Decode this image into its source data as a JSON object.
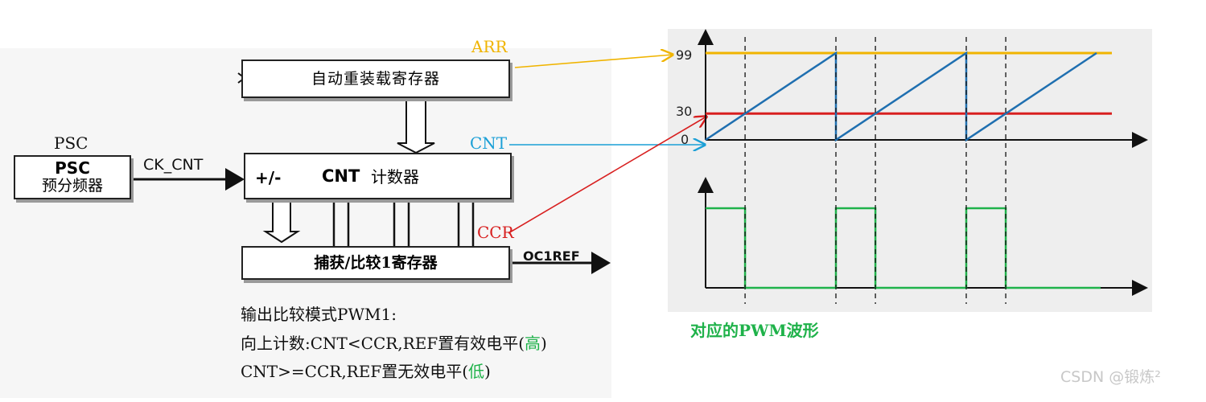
{
  "diagram": {
    "psc_top_label": "PSC",
    "psc_box_title": "PSC",
    "psc_box_subtitle": "预分频器",
    "ck_cnt_label": "CK_CNT",
    "arr_box_label": "自动重装载寄存器",
    "cnt_box_sign": "+/-",
    "cnt_box_title": "CNT",
    "cnt_box_subtitle": "计数器",
    "ccr_box_label": "捕获/比较1寄存器",
    "oc1ref_label": "OC1REF",
    "arr_tag": "ARR",
    "cnt_tag": "CNT",
    "ccr_tag": "CCR"
  },
  "description": {
    "line1": "输出比较模式PWM1:",
    "line2_prefix": "向上计数:CNT<CCR,REF置有效电平(",
    "line2_highlight": "高",
    "line2_suffix": ")",
    "line3_prefix": "CNT>=CCR,REF置无效电平(",
    "line3_highlight": "低",
    "line3_suffix": ")"
  },
  "waveform": {
    "tick_99": "99",
    "tick_30": "30",
    "tick_0": "0",
    "caption": "对应的PWM波形",
    "arr_value": 99,
    "ccr_value": 30,
    "cycles": 3
  },
  "watermark": "CSDN @锻炼²",
  "colors": {
    "arr": "#f0b400",
    "cnt": "#1a9fd6",
    "ccr": "#d82020",
    "ramp": "#1f6fb0",
    "pwm": "#1fb24a",
    "caption": "#1fb24a",
    "highlight": "#1fb24a"
  }
}
